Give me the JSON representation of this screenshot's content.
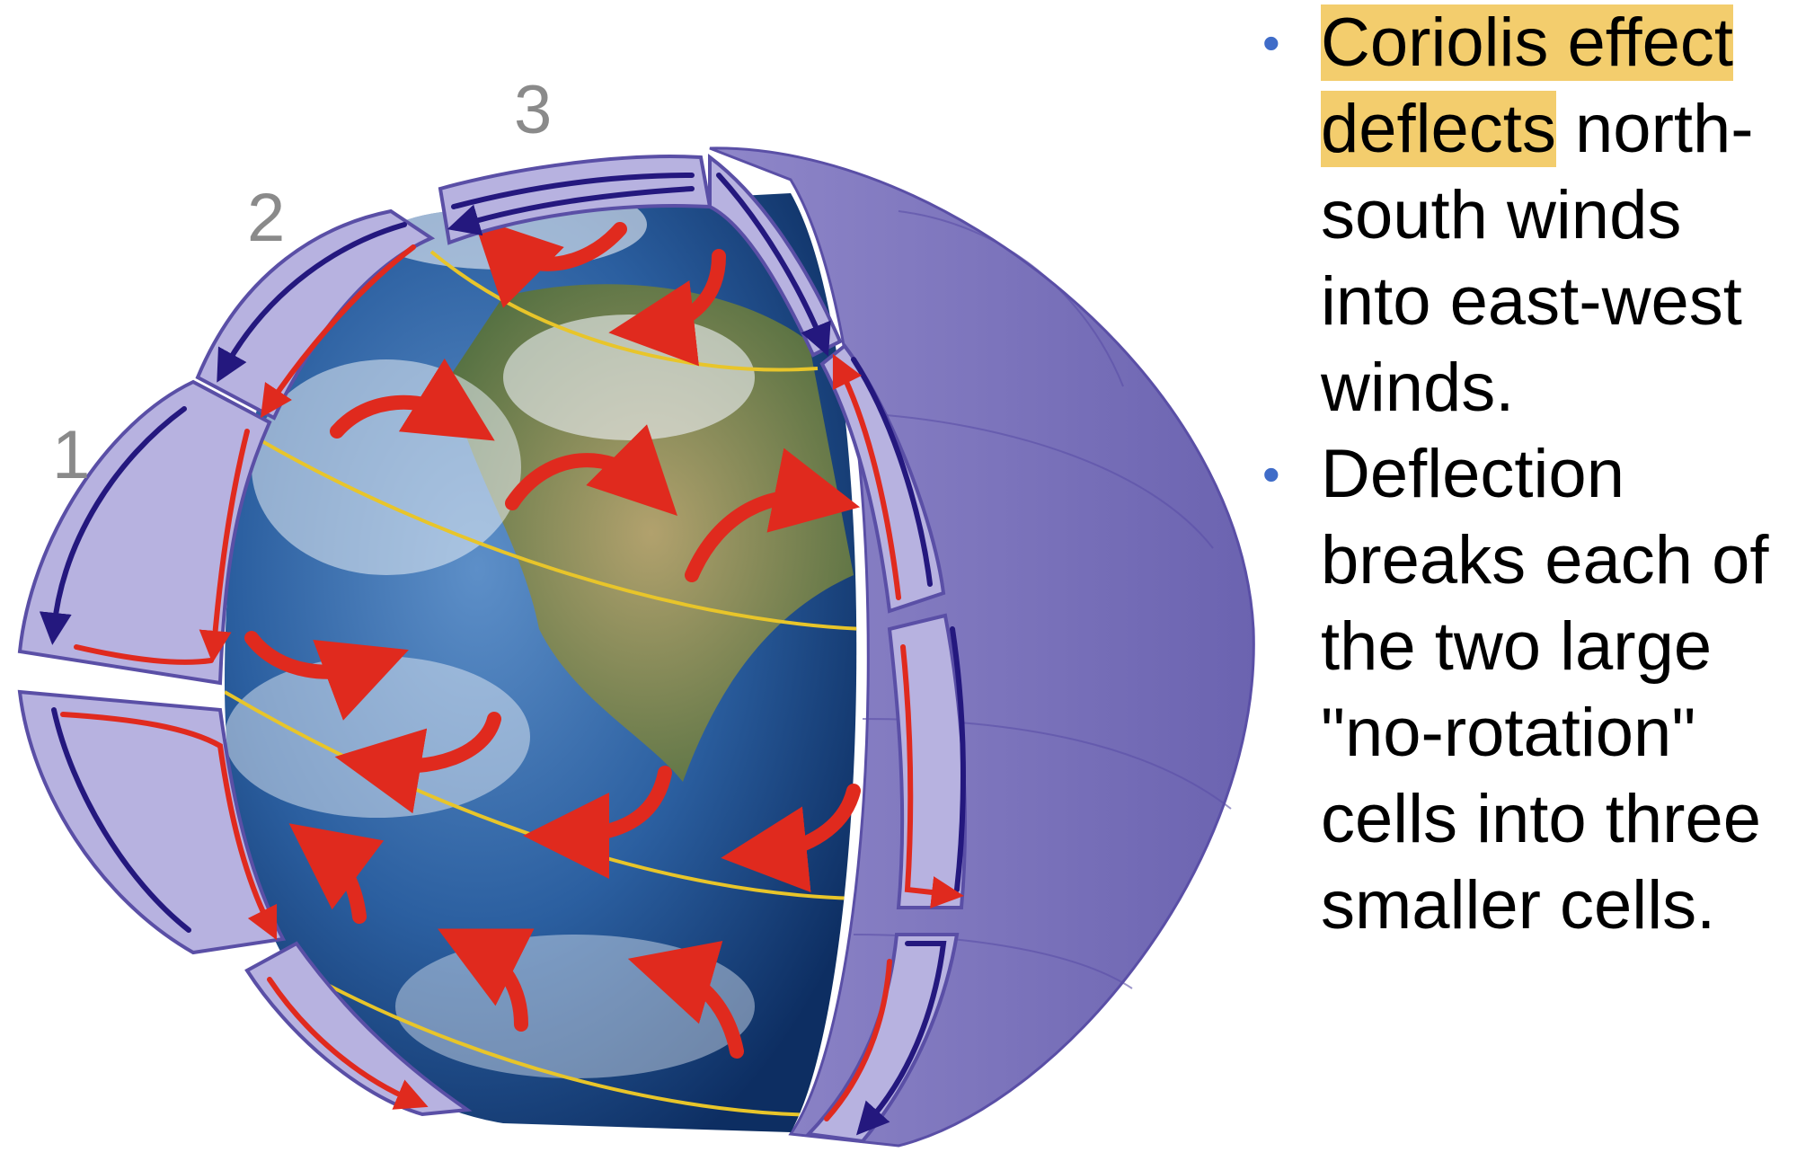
{
  "diagram": {
    "cell_labels": [
      "1",
      "2",
      "3"
    ]
  },
  "bullets": [
    {
      "highlight": "Coriolis effect deflects",
      "text": " north-south winds into east-west winds."
    },
    {
      "highlight": "",
      "text": "Deflection breaks each of the two large \"no-rotation\" cells into three smaller cells."
    }
  ],
  "colors": {
    "highlight": "#f3cd6d",
    "bullet": "#3f6cc8",
    "cell_fill": "#b7b2e0",
    "cell_outline": "#5a4fa6",
    "wind_red": "#e02a1e",
    "wind_blue": "#24187e",
    "latitude_line": "#e8c52a",
    "ocean": "#1d4f8d",
    "land": "#7d7a3e"
  }
}
